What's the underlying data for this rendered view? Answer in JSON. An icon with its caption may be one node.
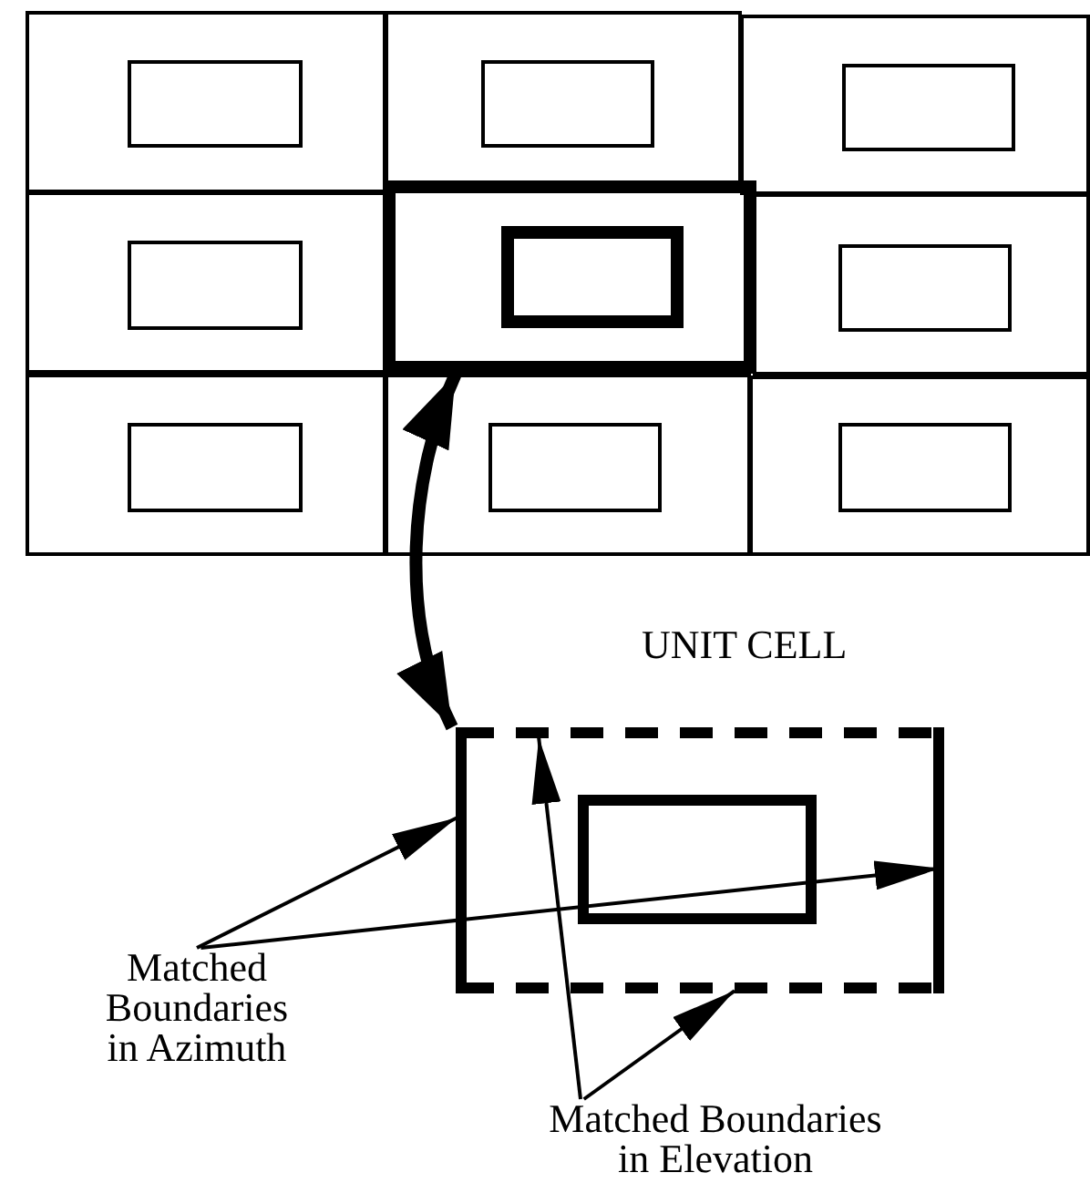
{
  "diagram": {
    "nodes": [
      {
        "text": [],
        "shape": "box"
      },
      {
        "text": [],
        "shape": "box",
        "in": 0
      },
      {
        "text": [],
        "shape": "box"
      },
      {
        "text": [],
        "shape": "box",
        "in": 2
      },
      {
        "text": [],
        "shape": "box"
      },
      {
        "text": [],
        "shape": "box",
        "in": 4
      },
      {
        "text": [],
        "shape": "box"
      },
      {
        "text": [],
        "shape": "box",
        "in": 6
      },
      {
        "text": [],
        "shape": "box"
      },
      {
        "text": [],
        "shape": "box",
        "in": 8
      },
      {
        "text": [],
        "shape": "box"
      },
      {
        "text": [],
        "shape": "box",
        "in": 10
      },
      {
        "text": [],
        "shape": "box"
      },
      {
        "text": [],
        "shape": "box",
        "in": 12
      },
      {
        "text": [],
        "shape": "box"
      },
      {
        "text": [],
        "shape": "box",
        "in": 14
      },
      {
        "text": [],
        "shape": "box"
      },
      {
        "text": [],
        "shape": "box",
        "in": 16
      },
      {
        "text": [],
        "shape": "box"
      },
      {
        "text": [],
        "shape": "box",
        "in": 18
      },
      {
        "text": [
          "Matched Boundaries in Azimuth"
        ]
      },
      {
        "text": [
          "Matched Boundaries in Elevation"
        ]
      }
    ],
    "edges": [
      {
        "from": 8,
        "to": 18,
        "arrow": "both",
        "style": "thick"
      },
      {
        "from": 20,
        "to": 18,
        "arrow": "to"
      },
      {
        "from": 20,
        "to": 18,
        "arrow": "to"
      },
      {
        "from": 21,
        "to": 18,
        "arrow": "to"
      },
      {
        "from": 21,
        "to": 18,
        "arrow": "to"
      }
    ],
    "labels": [
      "UNIT CELL"
    ]
  }
}
